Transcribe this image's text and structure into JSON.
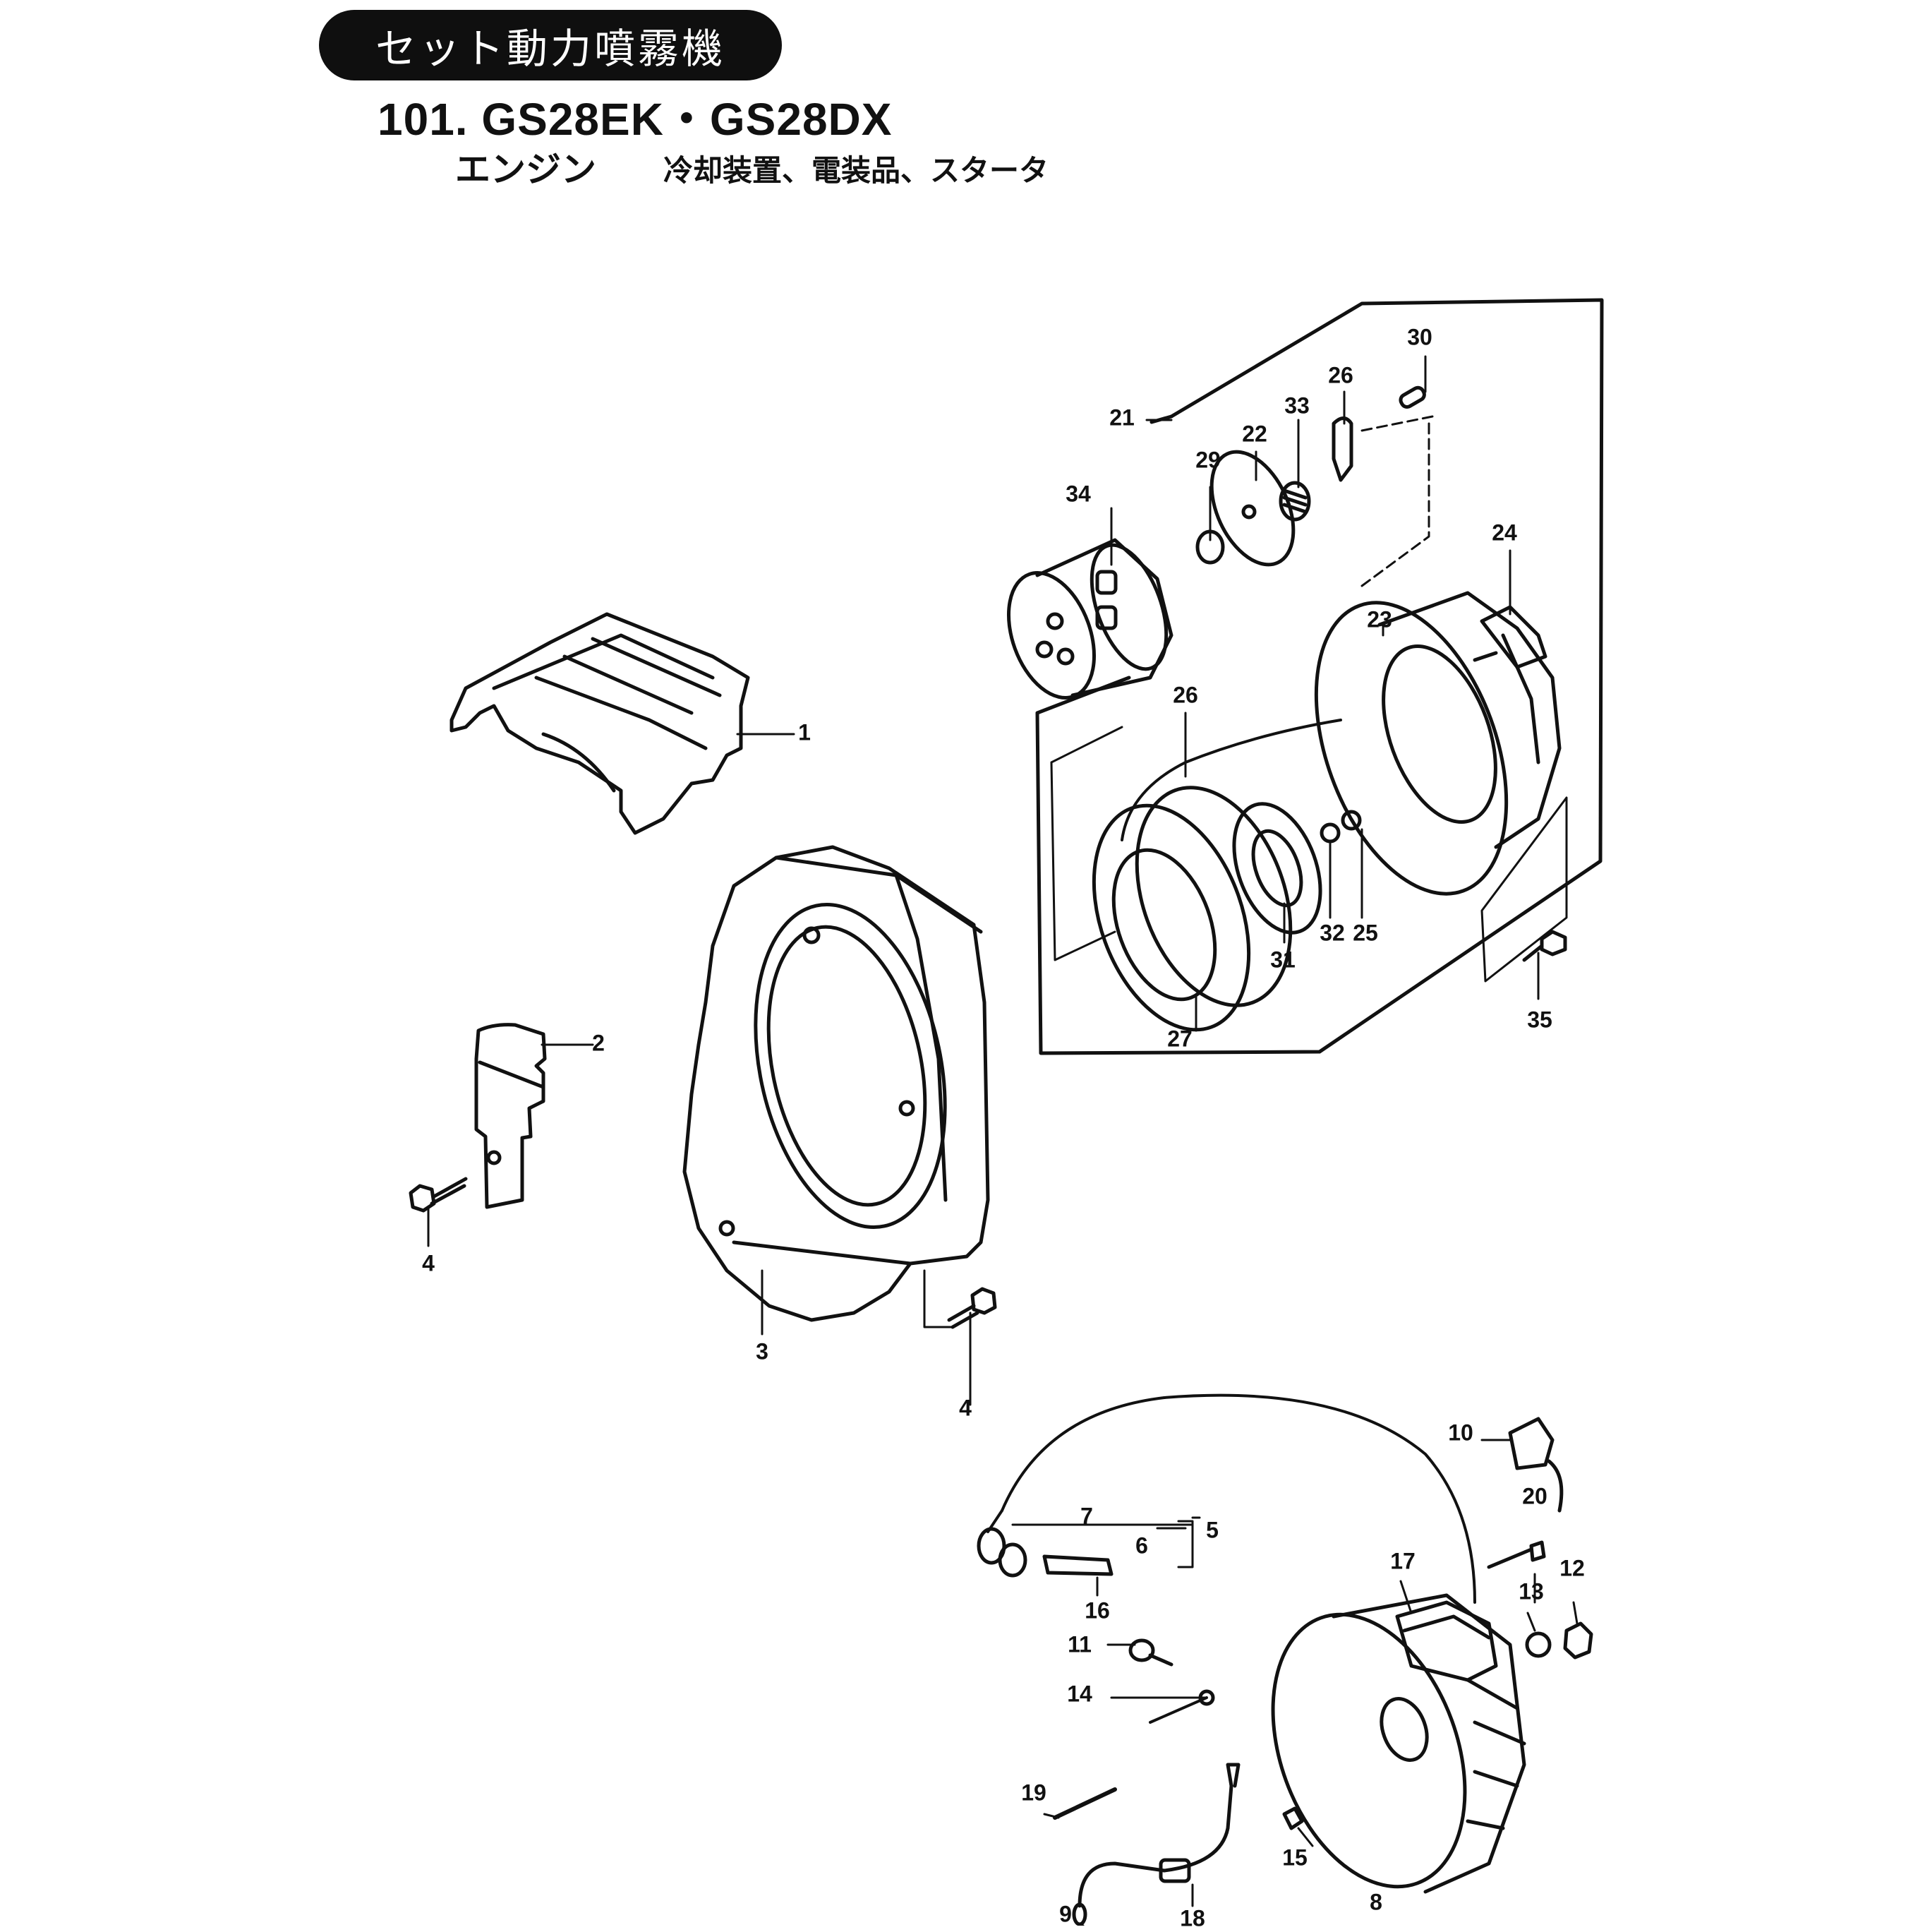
{
  "header": {
    "badge": "セット動力噴霧機",
    "title": "101. GS28EK・GS28DX",
    "subtitle_main": "エンジン",
    "subtitle_detail": "冷却装置、電装品、スタータ"
  },
  "callouts": {
    "c1": "1",
    "c2": "2",
    "c3": "3",
    "c4a": "4",
    "c4b": "4",
    "c5": "5",
    "c6": "6",
    "c7": "7",
    "c8": "8",
    "c9": "9",
    "c10": "10",
    "c11": "11",
    "c12": "12",
    "c13": "13",
    "c14": "14",
    "c15": "15",
    "c16": "16",
    "c17": "17",
    "c18": "18",
    "c19": "19",
    "c20": "20",
    "c21": "21",
    "c22": "22",
    "c23": "23",
    "c24": "24",
    "c25": "25",
    "c26a": "26",
    "c26b": "26",
    "c27": "27",
    "c29": "29",
    "c30": "30",
    "c31": "31",
    "c32": "32",
    "c33": "33",
    "c34": "34",
    "c35": "35"
  }
}
